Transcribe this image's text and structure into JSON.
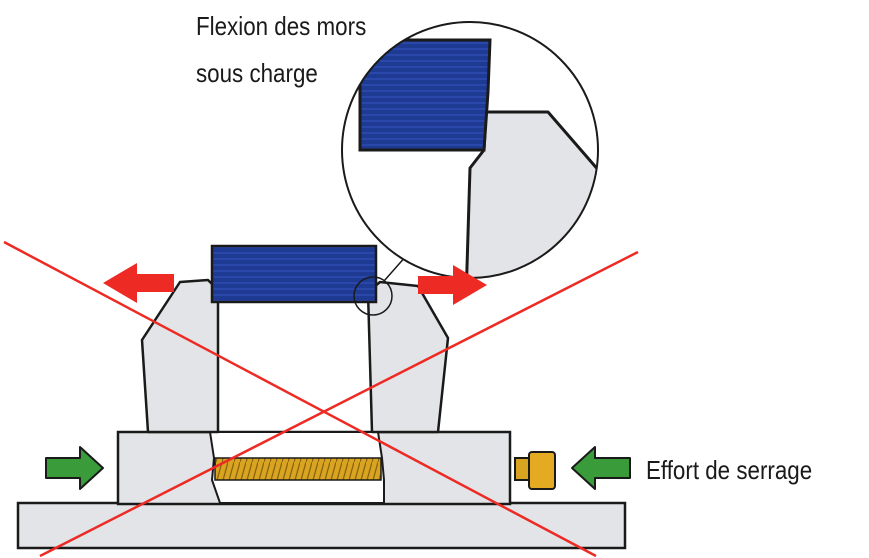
{
  "labels": {
    "flexion_line1": "Flexion des mors",
    "flexion_line2": "sous charge",
    "effort": "Effort de serrage"
  },
  "colors": {
    "jaw_fill": "#e2e4e7",
    "jaw_stroke": "#1a1a1a",
    "workpiece": "#1f3a93",
    "screw": "#d9a521",
    "force_arrow": "#3a9b3a",
    "spread_arrow": "#ee2a24",
    "cross": "#ee2a24"
  },
  "icons": {
    "left_clamp_arrow": "arrow-right-icon",
    "right_clamp_arrow": "arrow-left-icon",
    "left_spread_arrow": "arrow-left-icon",
    "right_spread_arrow": "arrow-right-icon"
  }
}
